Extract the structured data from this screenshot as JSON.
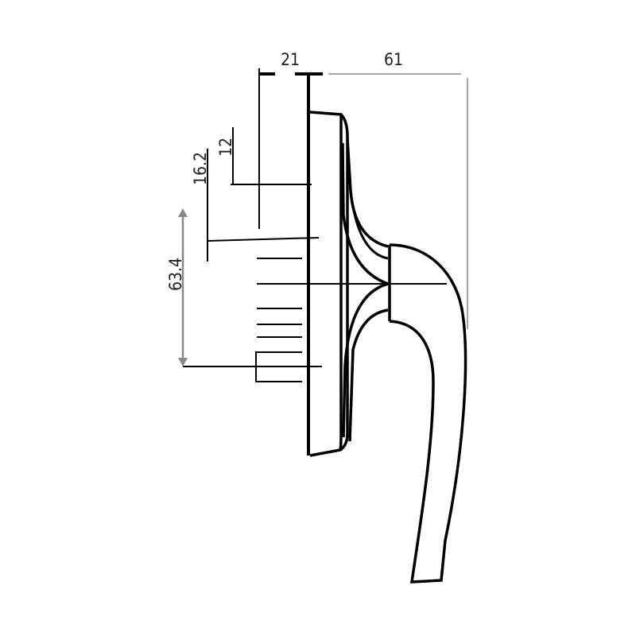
{
  "title": "Window handle technical drawing",
  "dimensions": {
    "rose_depth": "21",
    "handle_projection": "61",
    "spindle_offset_12": "12",
    "spindle_offset_16": "16.2",
    "screw_spacing": "63.4"
  },
  "colors": {
    "line": "#000000",
    "dimension_gray": "#888888"
  }
}
